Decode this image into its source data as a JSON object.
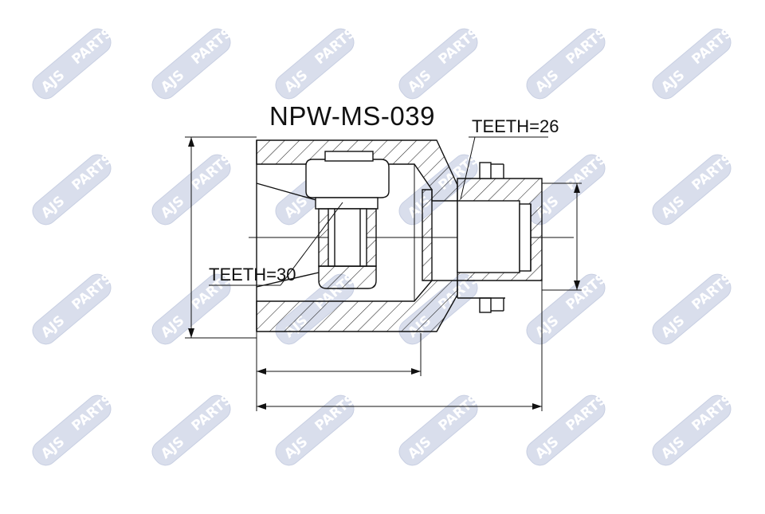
{
  "part_number": "NPW-MS-039",
  "labels": {
    "outer_spline_teeth": "TEETH=26",
    "inner_spline_teeth": "TEETH=30"
  },
  "watermark": {
    "brand_text": "AJS",
    "sub_text": "PARTS",
    "badge_color": "#d9deec",
    "badge_edge_color": "#c8cfe2"
  },
  "colors": {
    "line": "#111111",
    "background": "#ffffff"
  }
}
